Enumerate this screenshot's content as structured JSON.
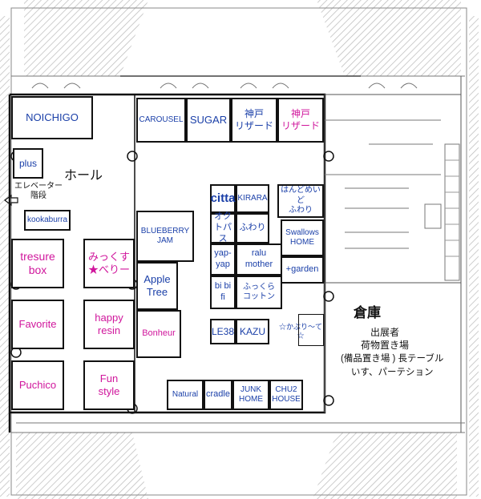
{
  "colors": {
    "blue": "#1a3fa8",
    "pink": "#d0169c",
    "wall": "#111111",
    "hatch": "#bdbdbd"
  },
  "labels": {
    "hall": "ホール",
    "elevator": "エレベーター\n階段",
    "storage": "倉庫",
    "exhibitor": "出展者\n荷物置き場",
    "equipment": "(備品置き場 ) 長テーブル\nいす、パーテション"
  },
  "booths": {
    "noichigo": "NOICHIGO",
    "plus": "plus",
    "kookaburra": "kookaburra",
    "tresure": "tresure\nbox",
    "mix": "みっくす\n★べりー",
    "favorite": "Favorite",
    "happy": "happy\nresin",
    "puchico": "Puchico",
    "fun": "Fun\nstyle",
    "carousel": "CAROUSEL",
    "sugar": "SUGAR",
    "kobe1": "神戸\nリザード",
    "kobe2": "神戸\nリザード",
    "blueberry": "BLUEBERRY\nJAM",
    "apple": "Apple\nTree",
    "bonheur": "Bonheur",
    "citta": "citta",
    "kirara": "KIRARA",
    "hanzome": "はんどめいど\nふわり",
    "octopus": "オクトパス",
    "fuwari": "ふわり",
    "swallows": "Swallows\nHOME",
    "yap": "yap-\nyap",
    "ralu": "ralu\nmother",
    "garden": "+garden",
    "bibi": "bi bi\nfi",
    "fukkura": "ふっくら\nコットン",
    "le38": "LE38",
    "kazu": "KAZU",
    "kaburi": "☆かぶり～て☆",
    "natural": "Natural",
    "cradle": "cradle",
    "junk": "JUNK\nHOME",
    "chu2": "CHU2\nHOUSE"
  }
}
